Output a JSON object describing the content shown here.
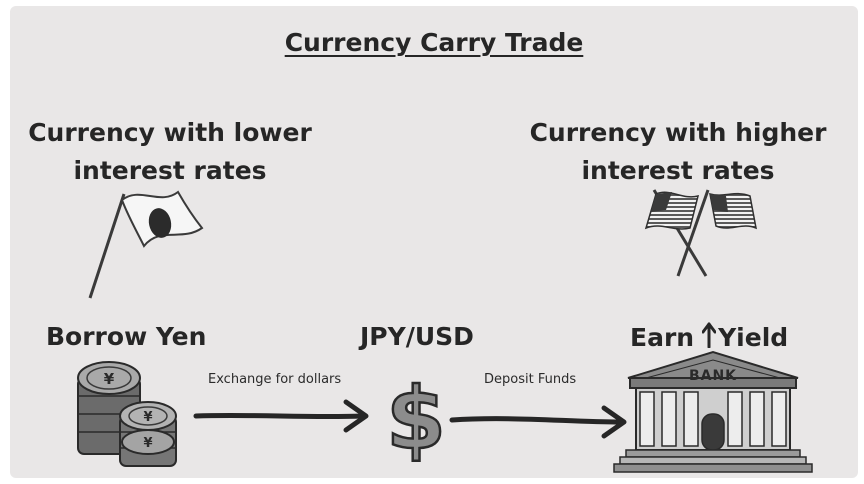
{
  "title": "Currency Carry Trade",
  "left_heading": {
    "line1": "Currency with lower",
    "line2": "interest rates"
  },
  "right_heading": {
    "line1": "Currency with higher",
    "line2": "interest rates"
  },
  "steps": {
    "borrow": "Borrow Yen",
    "pair": "JPY/USD",
    "earn_prefix": "Earn",
    "earn_suffix": "Yield"
  },
  "arrows": {
    "exchange_caption": "Exchange for dollars",
    "deposit_caption": "Deposit Funds"
  },
  "bank_sign": "BANK",
  "coin_symbol": "¥",
  "dollar_symbol": "$",
  "icons": {
    "left_flag": "japan-flag-icon",
    "right_flags": "crossed-usa-flags-icon",
    "coins": "yen-coins-icon",
    "dollar": "dollar-sign-icon",
    "bank": "bank-building-icon",
    "earn_arrow": "arrow-up-icon"
  },
  "colors": {
    "background": "#e9e7e7",
    "text": "#262626"
  }
}
